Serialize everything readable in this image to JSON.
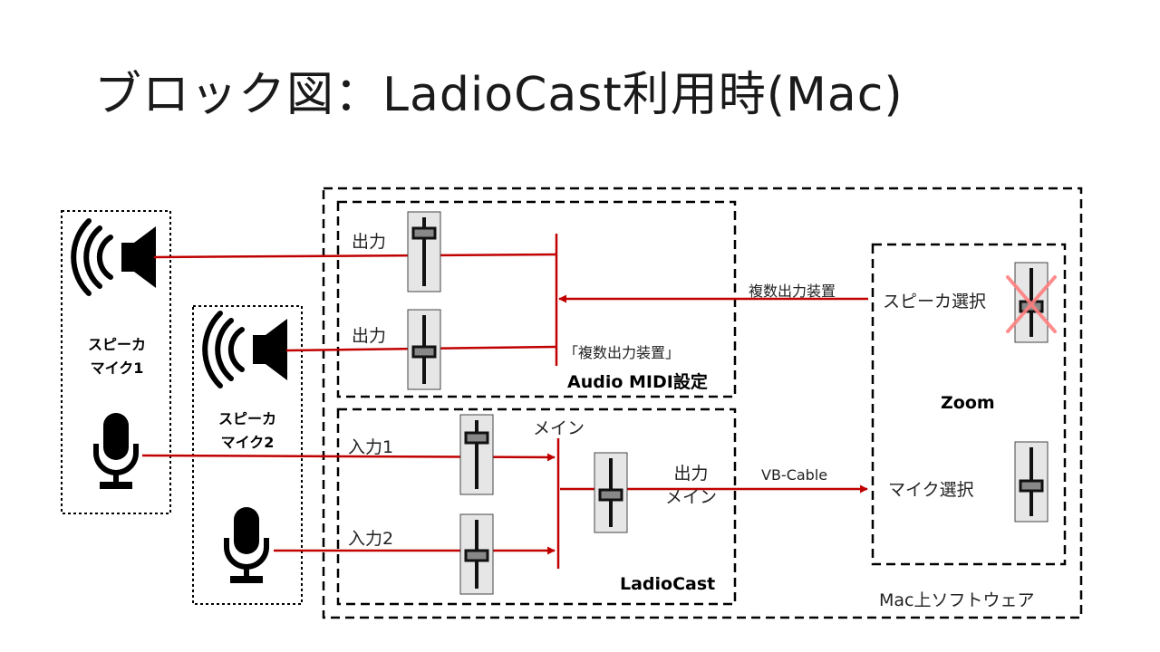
{
  "title": "ブロック図：LadioCast利用時(Mac)",
  "colors": {
    "signal": "#c00000",
    "fader": "#e6e6e6",
    "border": "#000000"
  },
  "devices": {
    "group1_label": [
      "スピーカ",
      "マイク1"
    ],
    "group2_label": [
      "スピーカ",
      "マイク2"
    ],
    "icons": [
      "speaker-icon",
      "microphone-icon"
    ]
  },
  "mac_software_label": "Mac上ソフトウェア",
  "audio_midi": {
    "title": "Audio MIDI設定",
    "output1": "出力",
    "output2": "出力",
    "bus_label": "「複数出力装置」"
  },
  "ladiocast": {
    "title": "LadioCast",
    "input1": "入力1",
    "input2": "入力2",
    "main": "メイン",
    "output_main": [
      "出力",
      "メイン"
    ]
  },
  "zoom": {
    "title": "Zoom",
    "speaker_select": "スピーカ選択",
    "mic_select": "マイク選択"
  },
  "connections": {
    "multi_output": "複数出力装置",
    "vb_cable": "VB-Cable"
  }
}
